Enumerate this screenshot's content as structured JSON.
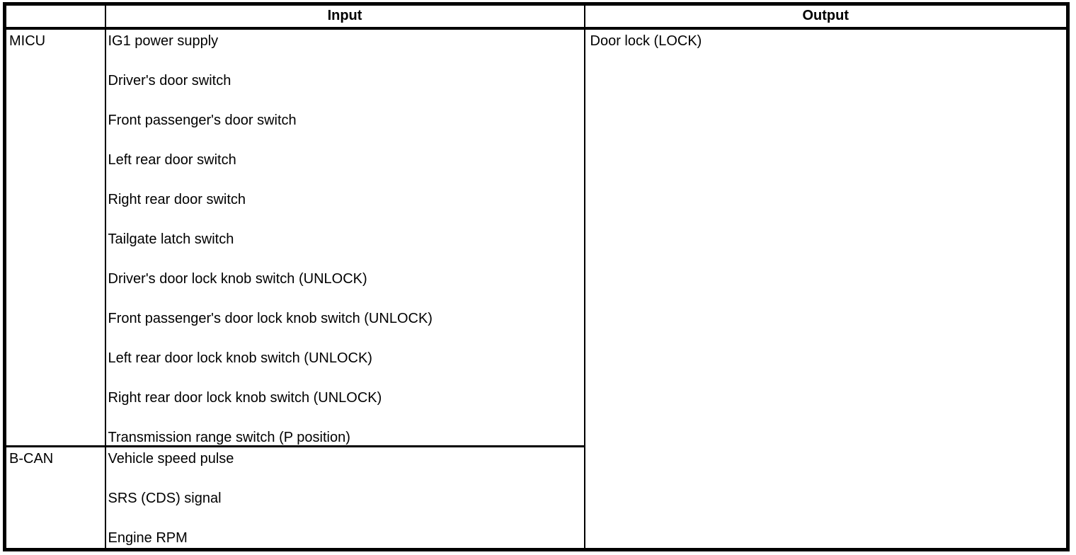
{
  "table": {
    "header": {
      "corner": "",
      "input": "Input",
      "output": "Output"
    },
    "rows": [
      {
        "label": "MICU",
        "inputs": [
          "IG1 power supply",
          "Driver's door switch",
          "Front passenger's door switch",
          "Left rear door switch",
          "Right rear door switch",
          "Tailgate latch switch",
          "Driver's door lock knob switch (UNLOCK)",
          "Front passenger's door lock knob switch (UNLOCK)",
          "Left rear door lock knob switch (UNLOCK)",
          "Right rear door lock knob switch (UNLOCK)",
          "Transmission range switch (P position)"
        ]
      },
      {
        "label": "B-CAN",
        "inputs": [
          "Vehicle speed pulse",
          "SRS (CDS) signal",
          "Engine RPM"
        ]
      }
    ],
    "outputs": [
      "Door lock (LOCK)"
    ]
  },
  "colors": {
    "border": "#000000",
    "text": "#000000",
    "background": "#ffffff"
  }
}
